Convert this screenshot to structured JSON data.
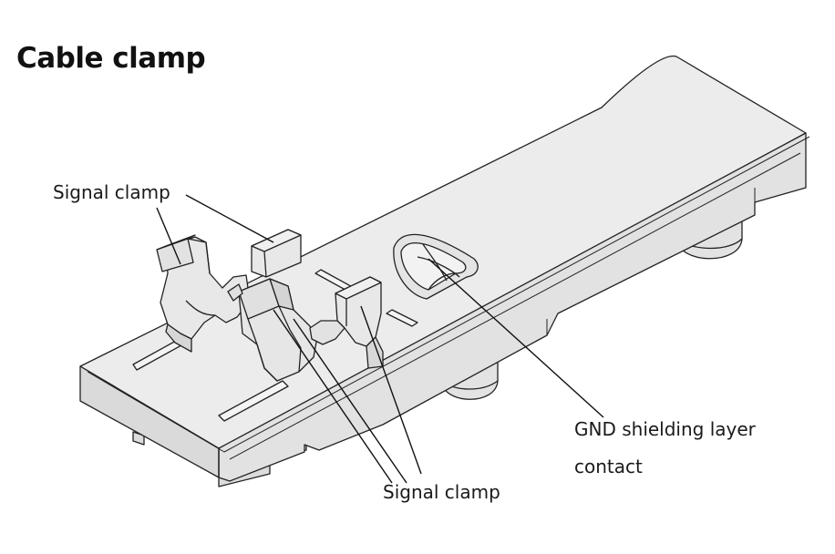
{
  "title": "Cable clamp",
  "labels": {
    "signal_clamp_top": "Signal clamp",
    "signal_clamp_bottom": "Signal clamp",
    "gnd_line1": "GND shielding layer",
    "gnd_line2": "contact"
  },
  "colors": {
    "fill_top": "#ececec",
    "fill_side": "#e0e0e0",
    "fill_dark": "#d2d2d2",
    "stroke": "#222222"
  }
}
